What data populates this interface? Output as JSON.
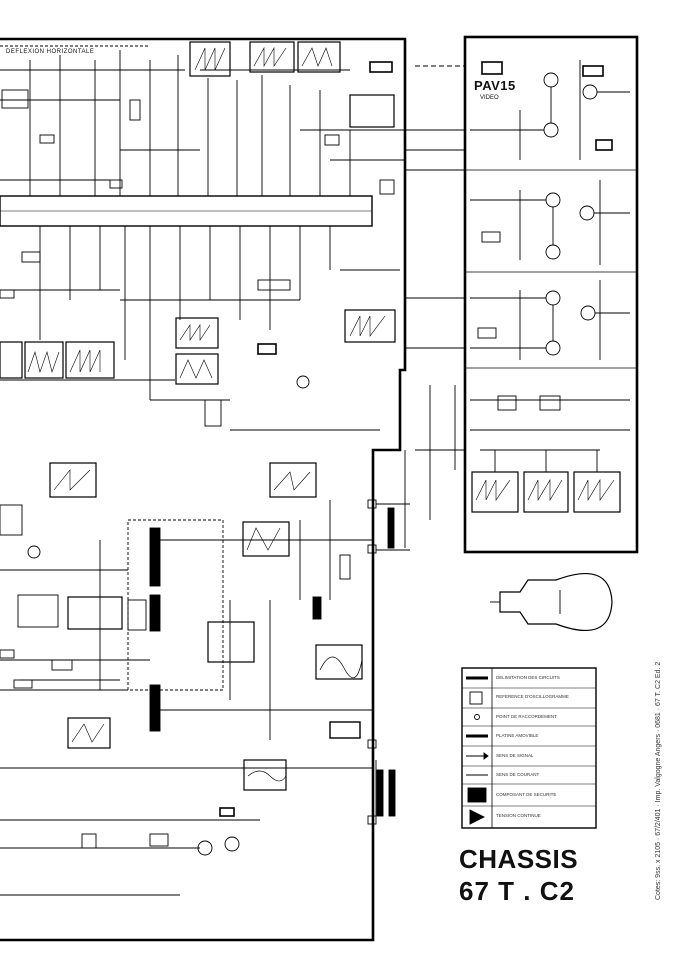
{
  "header": {
    "section_label": "DEFLEXION  HORIZONTALE"
  },
  "video_panel": {
    "title": "PAV15",
    "subtitle": "VIDEO"
  },
  "legend": {
    "items": [
      "DELIMITATION DES CIRCUITS",
      "REFERENCE D'OSCILLOGRAMME",
      "POINT DE RACCORDEMENT",
      "PLATINE AMOVIBLE",
      "SENS DE SIGNAL",
      "SENS DE COURANT",
      "COMPOSANT DE SECURITE",
      "TENSION CONTINUE"
    ]
  },
  "title_block": {
    "line1": "CHASSIS",
    "line2": "67 T .  C2"
  },
  "side_caption": "Cotes: 9ss. x 2105 · 67/2/401 · Imp. Valgogne Angers · 0681 · 67 T. C2 Ed. 2"
}
